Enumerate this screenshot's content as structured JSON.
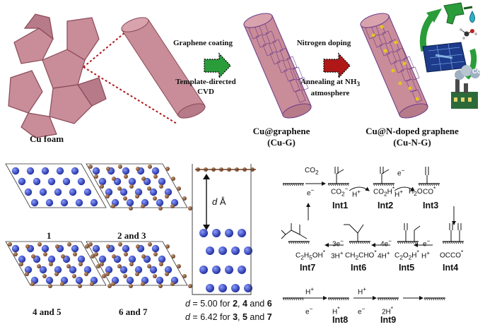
{
  "top_panel": {
    "cu_foam_label": "Cu foam",
    "step1_above": "Graphene coating",
    "step1_below_line1": "Template-directed",
    "step1_below_line2": "CVD",
    "step2_above": "Nitrogen doping",
    "step2_below_line1": "Annealing at NH",
    "step2_below_sub": "3",
    "step2_below_line2": "atmosphere",
    "cu_g_line1": "Cu@graphene",
    "cu_g_line2": "(Cu-G)",
    "cu_ng_line1": "Cu@N-doped graphene",
    "cu_ng_line2": "(Cu-N-G)",
    "co2_label": "CO",
    "co2_sub": "2",
    "colors": {
      "cu": "#c98c99",
      "cu_dark": "#8a4a58",
      "graphene": "#6a3a8a",
      "n_dopant": "#e6c51a",
      "arrow_green": "#2a9d3a",
      "arrow_red": "#b01818"
    }
  },
  "structures": {
    "label_1": "1",
    "label_23_a": "2",
    "label_23_and": " and ",
    "label_23_b": "3",
    "label_45_a": "4",
    "label_45_and": " and ",
    "label_45_b": "5",
    "label_67_a": "6",
    "label_67_and": " and ",
    "label_67_b": "7",
    "d_label": "d",
    "d_unit": " Å",
    "eq1_d": "d",
    "eq1_text": " = 5.00 for ",
    "eq1_a": "2",
    "eq1_comma": ", ",
    "eq1_b": "4",
    "eq1_and": " and ",
    "eq1_c": "6",
    "eq2_d": "d",
    "eq2_text": " = 6.42 for ",
    "eq2_a": "3",
    "eq2_comma": ", ",
    "eq2_b": "5",
    "eq2_and": " and ",
    "eq2_c": "7",
    "colors": {
      "cu_atom": "#3b4cc0",
      "c_atom": "#8b5a3c"
    }
  },
  "mechanism": {
    "co2": "CO",
    "co2_sub": "2",
    "e_minus": "e",
    "h_plus": "H",
    "h2o": "H",
    "h2o_sub": "2",
    "h2o_o": "O",
    "int1": "Int1",
    "int2": "Int2",
    "int3": "Int3",
    "int4": "Int4",
    "int5": "Int5",
    "int6": "Int6",
    "int7": "Int7",
    "int8": "Int8",
    "int9": "Int9",
    "co2_star": "CO",
    "co2h_star": "CO",
    "co_star": "CO",
    "occo_star": "OCCO",
    "c2o2h_star": "C",
    "ch2cho_star": "CH",
    "c2h5oh_star": "C",
    "h_star": "H",
    "two_h_star": "2H",
    "three_e": "3e",
    "three_h": "3H",
    "four_e": "4e",
    "four_h": "4H"
  }
}
